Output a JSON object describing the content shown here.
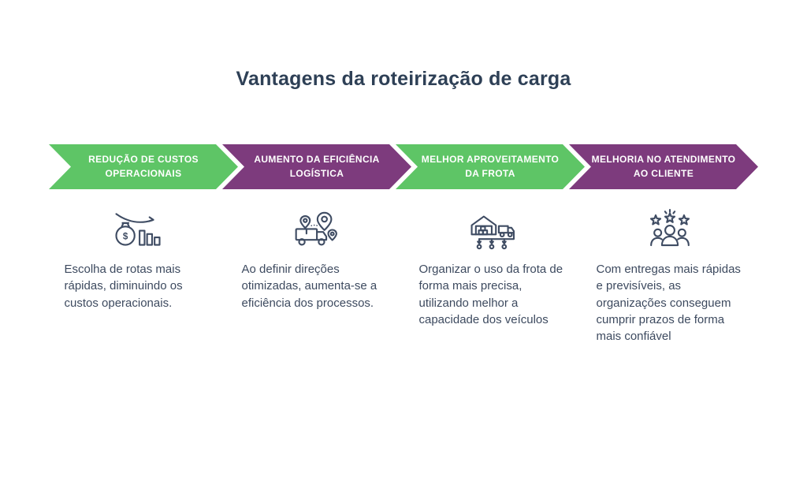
{
  "title": "Vantagens da roteirização de carga",
  "colors": {
    "green": "#5ec566",
    "purple": "#7d3b7d",
    "title_text": "#2e4056",
    "body_text": "#3d4a5f",
    "icon_stroke": "#3f4c63",
    "banner_text": "#ffffff",
    "background": "#ffffff"
  },
  "icons": {
    "dollar_sign": "$"
  },
  "columns": [
    {
      "banner": "REDUÇÃO DE CUSTOS OPERACIONAIS",
      "banner_color": "green",
      "icon": "cost-reduction-icon",
      "description": "Escolha de rotas mais rápidas, diminuindo os custos operacionais."
    },
    {
      "banner": "AUMENTO DA EFICIÊNCIA LOGÍSTICA",
      "banner_color": "purple",
      "icon": "route-optimization-icon",
      "description": "Ao definir direções otimizadas, aumenta-se a eficiência dos processos."
    },
    {
      "banner": "MELHOR APROVEITAMENTO DA FROTA",
      "banner_color": "green",
      "icon": "fleet-distribution-icon",
      "description": "Organizar o uso da frota de forma mais precisa, utilizando melhor a capacidade dos veículos"
    },
    {
      "banner": "MELHORIA NO ATENDIMENTO AO CLIENTE",
      "banner_color": "purple",
      "icon": "customer-satisfaction-icon",
      "description": "Com entregas mais rápidas e previsíveis, as organizações conseguem cumprir prazos de forma mais confiável"
    }
  ]
}
